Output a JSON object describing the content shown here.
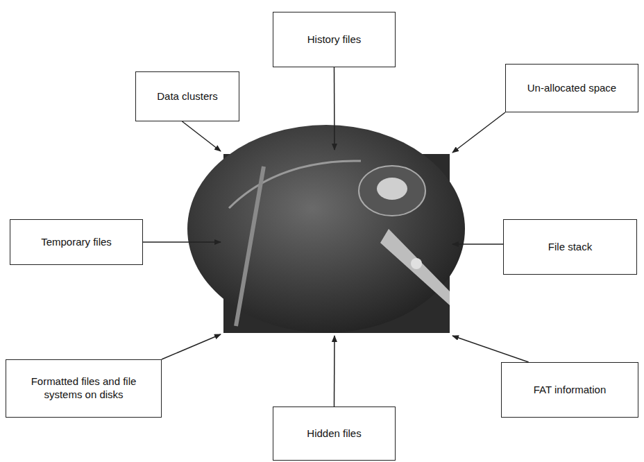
{
  "diagram": {
    "nodes": [
      {
        "text": [
          "History files"
        ]
      },
      {
        "text": [
          "Data clusters"
        ]
      },
      {
        "text": [
          "Un-allocated space"
        ]
      },
      {
        "text": [
          "Temporary files"
        ]
      },
      {
        "text": [
          "File stack"
        ]
      },
      {
        "text": [
          "Formatted files and file systems on disks"
        ]
      },
      {
        "text": [
          "FAT information"
        ]
      },
      {
        "text": [
          "Hidden files"
        ]
      }
    ]
  }
}
